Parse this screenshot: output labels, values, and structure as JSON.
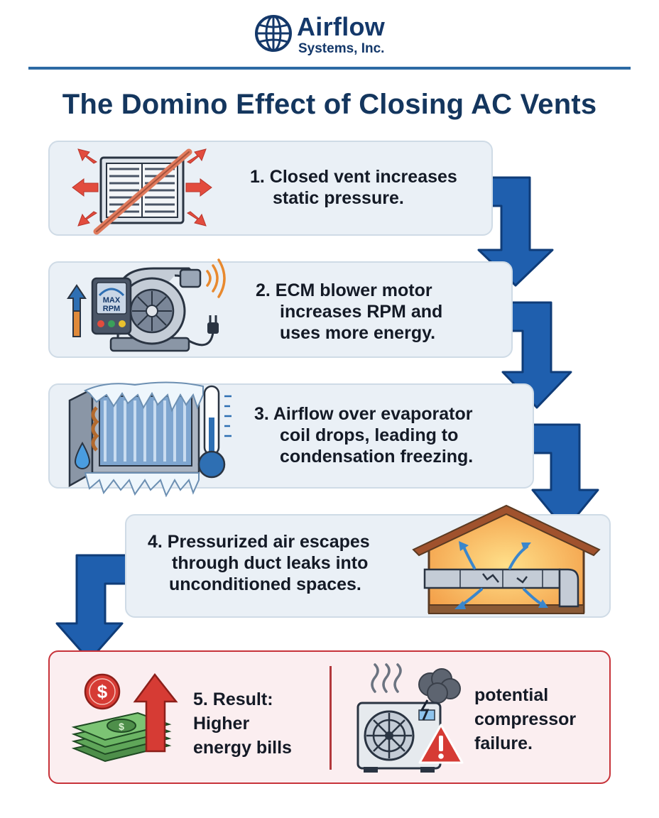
{
  "logo": {
    "brand": "Airflow",
    "sub": "Systems, Inc."
  },
  "title": "The Domino Effect of Closing AC Vents",
  "steps": [
    {
      "lines": [
        "1. Closed vent increases",
        "static pressure."
      ]
    },
    {
      "lines": [
        "2. ECM blower motor",
        "increases RPM and",
        "uses more energy."
      ]
    },
    {
      "lines": [
        "3. Airflow over evaporator",
        "coil drops, leading to",
        "condensation freezing."
      ]
    },
    {
      "lines": [
        "4. Pressurized air escapes",
        "through duct leaks into",
        "unconditioned spaces."
      ]
    }
  ],
  "gauge": {
    "line1": "MAX",
    "line2": "RPM"
  },
  "result": {
    "left_lines": [
      "5. Result:",
      "Higher",
      "energy bills"
    ],
    "right_lines": [
      "potential",
      "compressor",
      "failure."
    ]
  },
  "icons": {
    "money": "dollar-coin-icon",
    "compressor": "ac-unit-icon",
    "warning": "warning-icon"
  },
  "colors": {
    "navy": "#14386a",
    "arrow_blue": "#1f5fae",
    "alert_red": "#c7333a",
    "card_bg": "#eaf0f6"
  }
}
